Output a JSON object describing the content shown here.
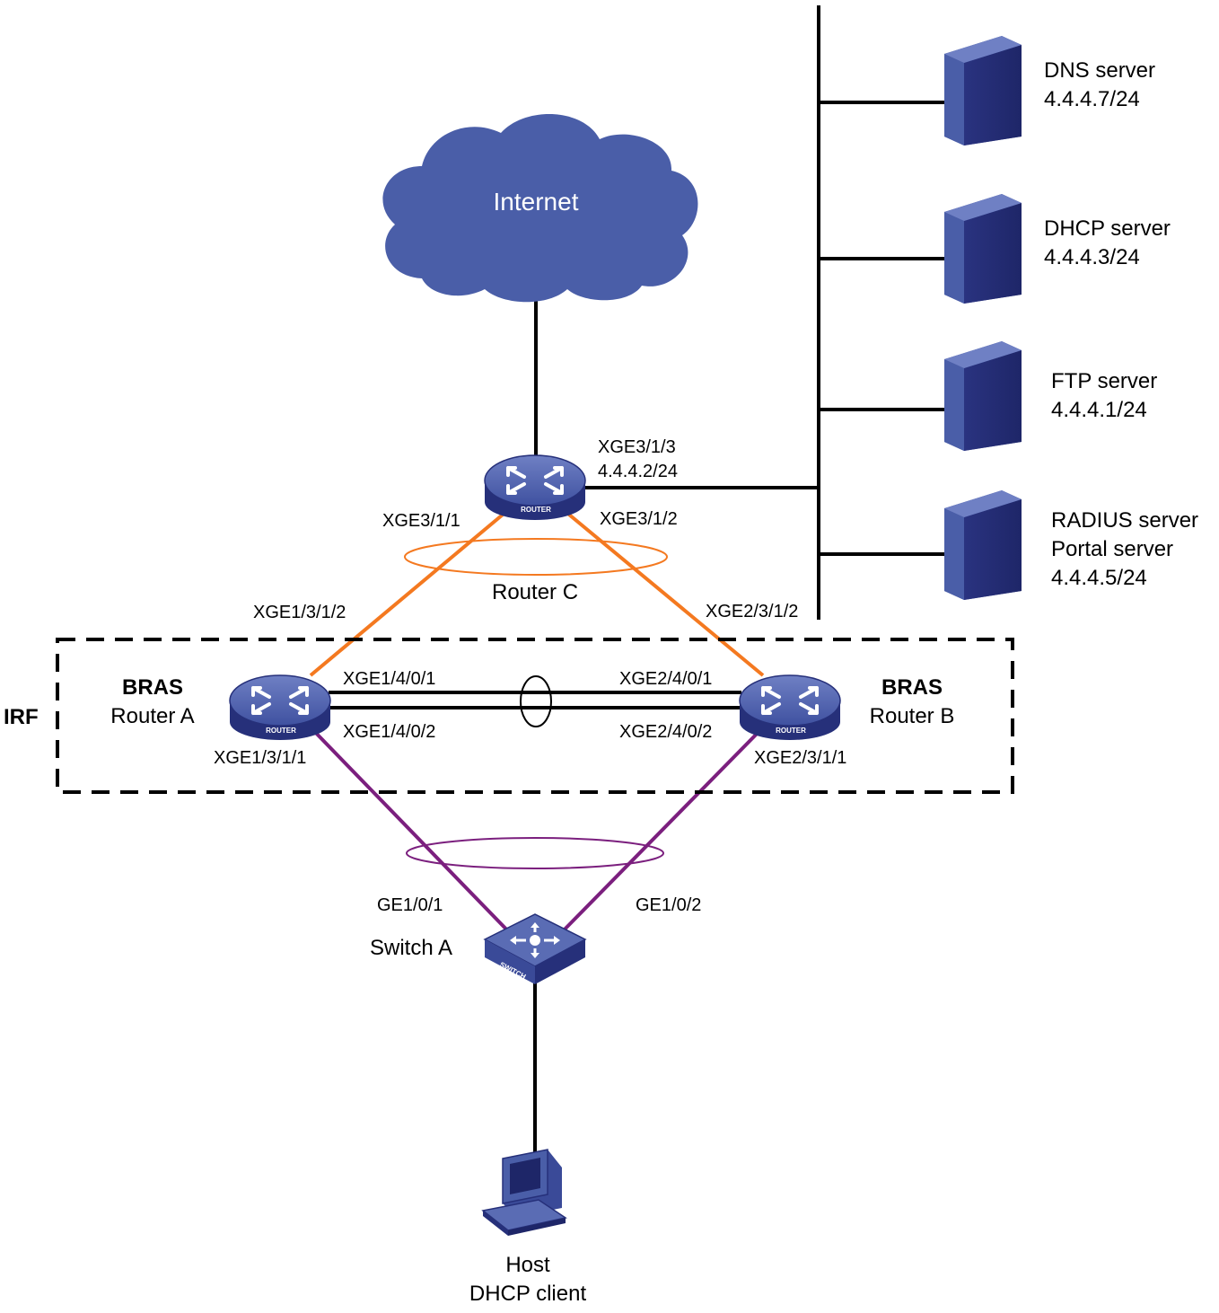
{
  "cloud": {
    "label": "Internet"
  },
  "irf_label": "IRF",
  "router_c": {
    "name": "Router C",
    "badge": "ROUTER",
    "port_uplink": "XGE3/1/3",
    "uplink_ip": "4.4.4.2/24",
    "port_left": "XGE3/1/1",
    "port_right": "XGE3/1/2"
  },
  "router_a": {
    "role": "BRAS",
    "name": "Router A",
    "badge": "ROUTER",
    "port_up": "XGE1/3/1/2",
    "port_irf1": "XGE1/4/0/1",
    "port_irf2": "XGE1/4/0/2",
    "port_down": "XGE1/3/1/1"
  },
  "router_b": {
    "role": "BRAS",
    "name": "Router B",
    "badge": "ROUTER",
    "port_up": "XGE2/3/1/2",
    "port_irf1": "XGE2/4/0/1",
    "port_irf2": "XGE2/4/0/2",
    "port_down": "XGE2/3/1/1"
  },
  "switch_a": {
    "name": "Switch A",
    "badge": "SWITCH",
    "port_left": "GE1/0/1",
    "port_right": "GE1/0/2"
  },
  "host": {
    "line1": "Host",
    "line2": "DHCP client"
  },
  "servers": [
    {
      "line1": "DNS server",
      "line2": "4.4.4.7/24"
    },
    {
      "line1": "DHCP server",
      "line2": "4.4.4.3/24"
    },
    {
      "line1": "FTP server",
      "line2": "4.4.4.1/24"
    },
    {
      "line1": "RADIUS server",
      "line2": "Portal server",
      "line3": "4.4.4.5/24"
    }
  ],
  "colors": {
    "device": "#4a5ea8",
    "device_dark": "#26307a",
    "uplink": "#f47920",
    "downlink": "#7b1f7e",
    "line": "#000000"
  }
}
